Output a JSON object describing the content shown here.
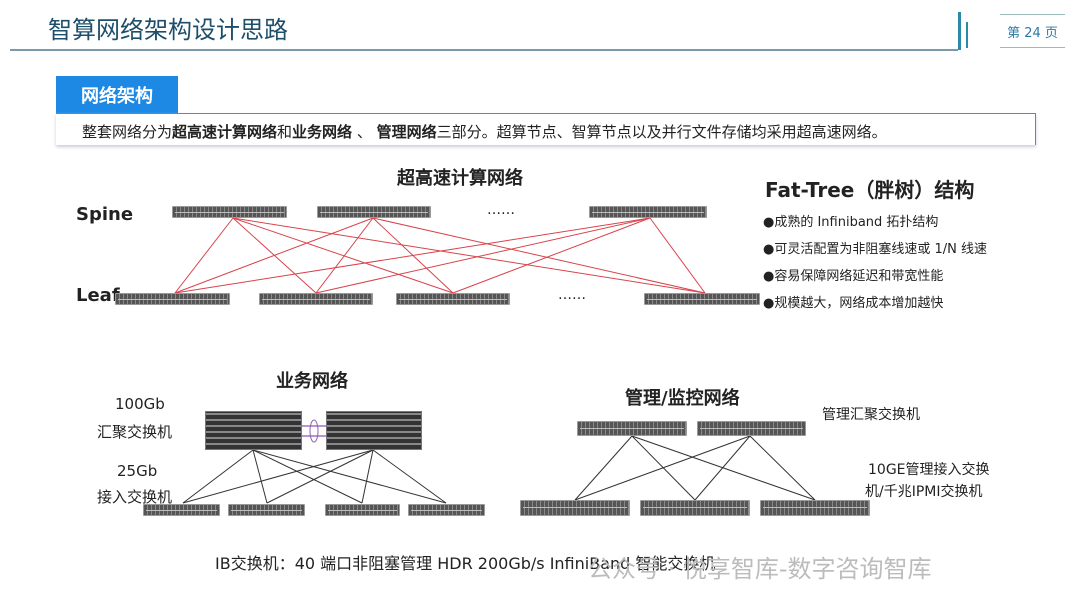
{
  "header": {
    "title": "智算网络架构设计思路",
    "page": "第 24 页"
  },
  "section": {
    "tab": "网络架构",
    "intro": [
      {
        "t": "整套网络分为",
        "b": false
      },
      {
        "t": "超高速计算网络",
        "b": true
      },
      {
        "t": "和",
        "b": false
      },
      {
        "t": "业务网络",
        "b": true
      },
      {
        "t": " 、 ",
        "b": false
      },
      {
        "t": "管理网络",
        "b": true
      },
      {
        "t": "三部分。超算节点、智算节点以及并行文件存储均采用超高速网络。",
        "b": false
      }
    ]
  },
  "fat_tree": {
    "heading": "超高速计算网络",
    "spine": "Spine",
    "leaf": "Leaf",
    "ellipsis": "……",
    "ellipsis2": "……",
    "line_color": "#d9434b",
    "title": "Fat-Tree（胖树）结构",
    "bullets": [
      "●成熟的  Infiniband 拓扑结构",
      "●可灵活配置为非阻塞线速或  1/N  线速",
      "●容易保障网络延迟和带宽性能",
      "●规模越大，网络成本增加越快"
    ]
  },
  "business": {
    "heading": "业务网络",
    "agg_speed": "100Gb",
    "agg_label": "汇聚交换机",
    "acc_speed": "25Gb",
    "acc_label": "接入交换机"
  },
  "management": {
    "heading": "管理/监控网络",
    "agg_label": "管理汇聚交换机",
    "acc_label_1": "10GE管理接入交换",
    "acc_label_2": "机/千兆IPMI交换机"
  },
  "caption": "IB交换机：40 端口非阻塞管理 HDR 200Gb/s InfiniBand 智能交换机",
  "watermark": "公众号 · 悦享智库-数字咨询智库",
  "colors": {
    "accent": "#1e88e5",
    "title": "#1d4f6b"
  }
}
